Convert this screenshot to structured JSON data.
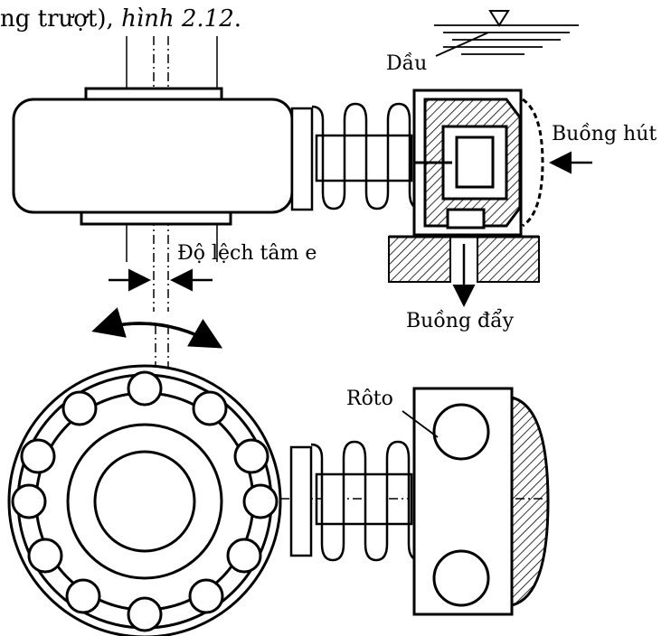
{
  "caption": {
    "prefix": "ng trượt), ",
    "figure_ref": "hình 2.12",
    "suffix": "."
  },
  "labels": {
    "oil": "Dầu",
    "suction_chamber": "Buồng hút",
    "eccentricity": "Độ lệch tâm e",
    "discharge_chamber": "Buồng đẩy",
    "rotor": "Rôto"
  },
  "colors": {
    "ink": "#000000",
    "paper": "#ffffff"
  }
}
